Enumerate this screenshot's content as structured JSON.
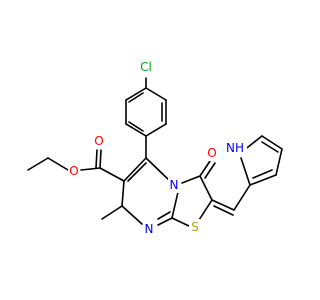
{
  "molecule": {
    "colors": {
      "bond": "#000000",
      "carbon": "#000000",
      "oxygen": "#ff0000",
      "nitrogen": "#0000ff",
      "sulfur": "#b8a000",
      "chlorine": "#00aa00"
    },
    "atom_labels": {
      "cl": "Cl",
      "ester_carbonyl_o": "O",
      "ester_o": "O",
      "ketone_o": "O",
      "ring_n": "N",
      "pyrimidine_n": "N",
      "pyrrole_nh": "NH",
      "s": "S"
    }
  }
}
